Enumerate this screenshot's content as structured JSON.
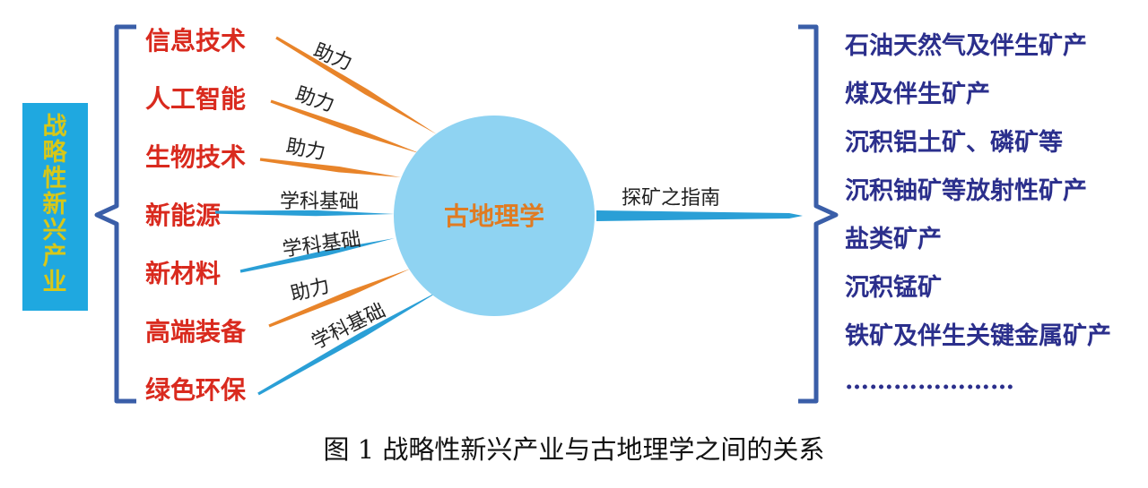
{
  "diagram": {
    "group_label": "战略性新兴产业",
    "industries": [
      {
        "label": "信息技术",
        "edge_label": "助力",
        "edge_type": "assist"
      },
      {
        "label": "人工智能",
        "edge_label": "助力",
        "edge_type": "assist"
      },
      {
        "label": "生物技术",
        "edge_label": "助力",
        "edge_type": "assist"
      },
      {
        "label": "新能源",
        "edge_label": "学科基础",
        "edge_type": "foundation"
      },
      {
        "label": "新材料",
        "edge_label": "学科基础",
        "edge_type": "foundation"
      },
      {
        "label": "高端装备",
        "edge_label": "助力",
        "edge_type": "assist"
      },
      {
        "label": "绿色环保",
        "edge_label": "学科基础",
        "edge_type": "foundation"
      }
    ],
    "center_label": "古地理学",
    "output_edge_label": "探矿之指南",
    "minerals": [
      "石油天然气及伴生矿产",
      "煤及伴生矿产",
      "沉积铝土矿、磷矿等",
      "沉积铀矿等放射性矿产",
      "盐类矿产",
      "沉积锰矿",
      "铁矿及伴生关键金属矿产",
      "…………………"
    ],
    "caption": "图 1   战略性新兴产业与古地理学之间的关系",
    "colors": {
      "industry_text": "#d92a1e",
      "mineral_text": "#2b2f8c",
      "center_fill": "#8fd3f2",
      "center_text": "#e07b22",
      "assist_arrow": "#e8842a",
      "foundation_arrow": "#2a9fd6",
      "group_box_fill": "#1fa8e0",
      "group_box_text": "#d7c719",
      "bracket": "#3a5ea8"
    }
  }
}
